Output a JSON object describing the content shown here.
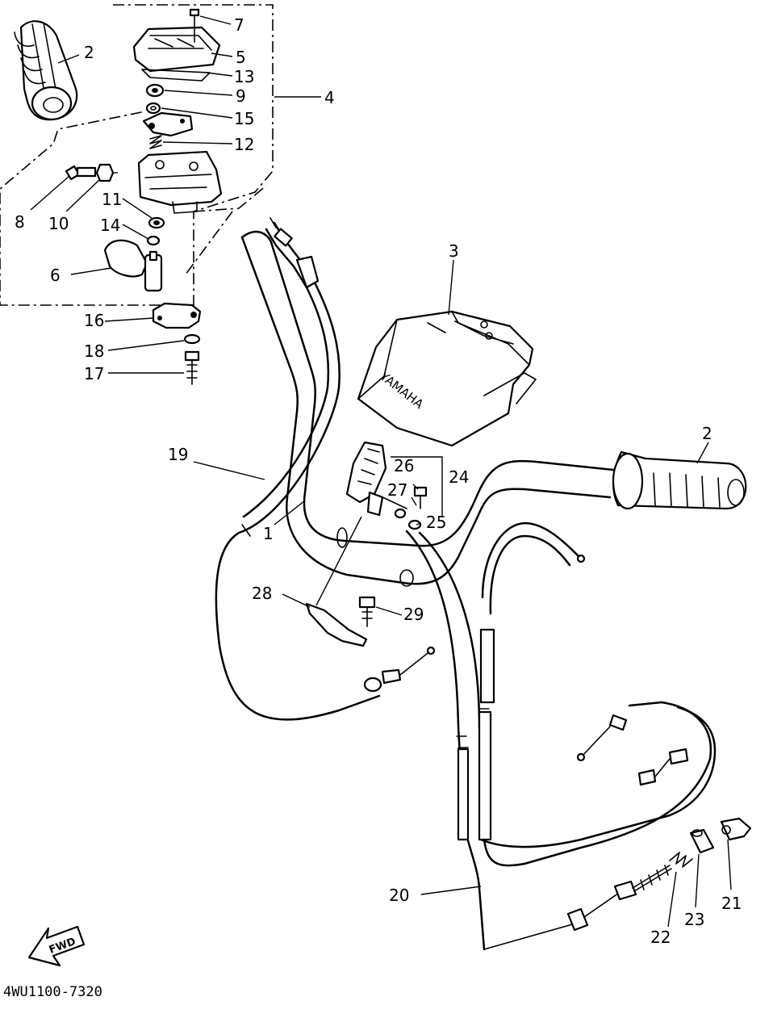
{
  "diagram_code": "4WU1100-7320",
  "fwd_label": "FWD",
  "brand_mark": "YAMAHA",
  "parts": {
    "p1": "1",
    "p2_left": "2",
    "p2_right": "2",
    "p3": "3",
    "p4": "4",
    "p5": "5",
    "p6": "6",
    "p7": "7",
    "p8": "8",
    "p9": "9",
    "p10": "10",
    "p11": "11",
    "p12": "12",
    "p13": "13",
    "p14": "14",
    "p15": "15",
    "p16": "16",
    "p17": "17",
    "p18": "18",
    "p19": "19",
    "p20": "20",
    "p21": "21",
    "p22": "22",
    "p23": "23",
    "p24": "24",
    "p25": "25",
    "p26": "26",
    "p27": "27",
    "p28": "28",
    "p29": "29"
  }
}
